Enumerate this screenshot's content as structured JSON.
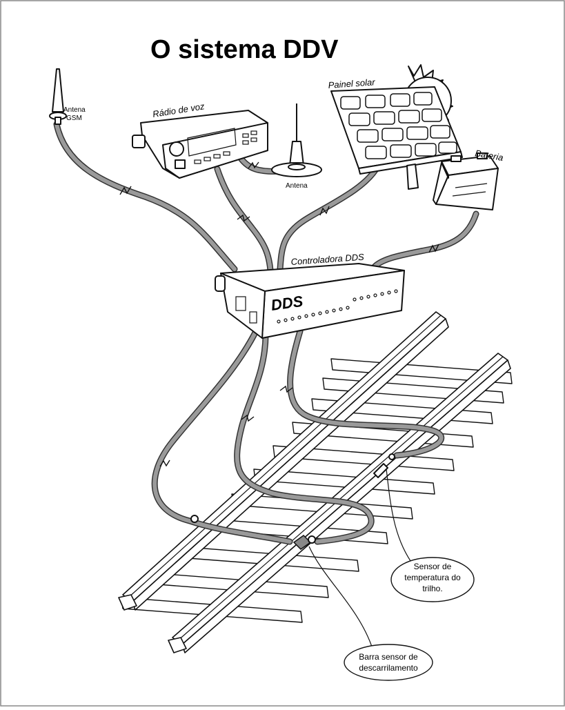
{
  "title": "O sistema DDV",
  "labels": {
    "gsm_antenna_line1": "Antena",
    "gsm_antenna_line2": "GSM",
    "voice_radio": "Rádio de voz",
    "antenna": "Antena",
    "solar_panel": "Painel solar",
    "battery": "Bateria",
    "controller": "Controladora DDS",
    "controller_logo": "DDS"
  },
  "callouts": {
    "rail_temp_sensor": [
      "Sensor de",
      "temperatura do",
      "trilho."
    ],
    "derailment_bar": [
      "Barra sensor de",
      "descarrilamento"
    ]
  },
  "components": [
    "antena-gsm",
    "radio-de-voz",
    "antena",
    "painel-solar",
    "bateria",
    "controladora-dds",
    "sensor-temperatura-trilho",
    "barra-sensor-descarrilamento"
  ]
}
